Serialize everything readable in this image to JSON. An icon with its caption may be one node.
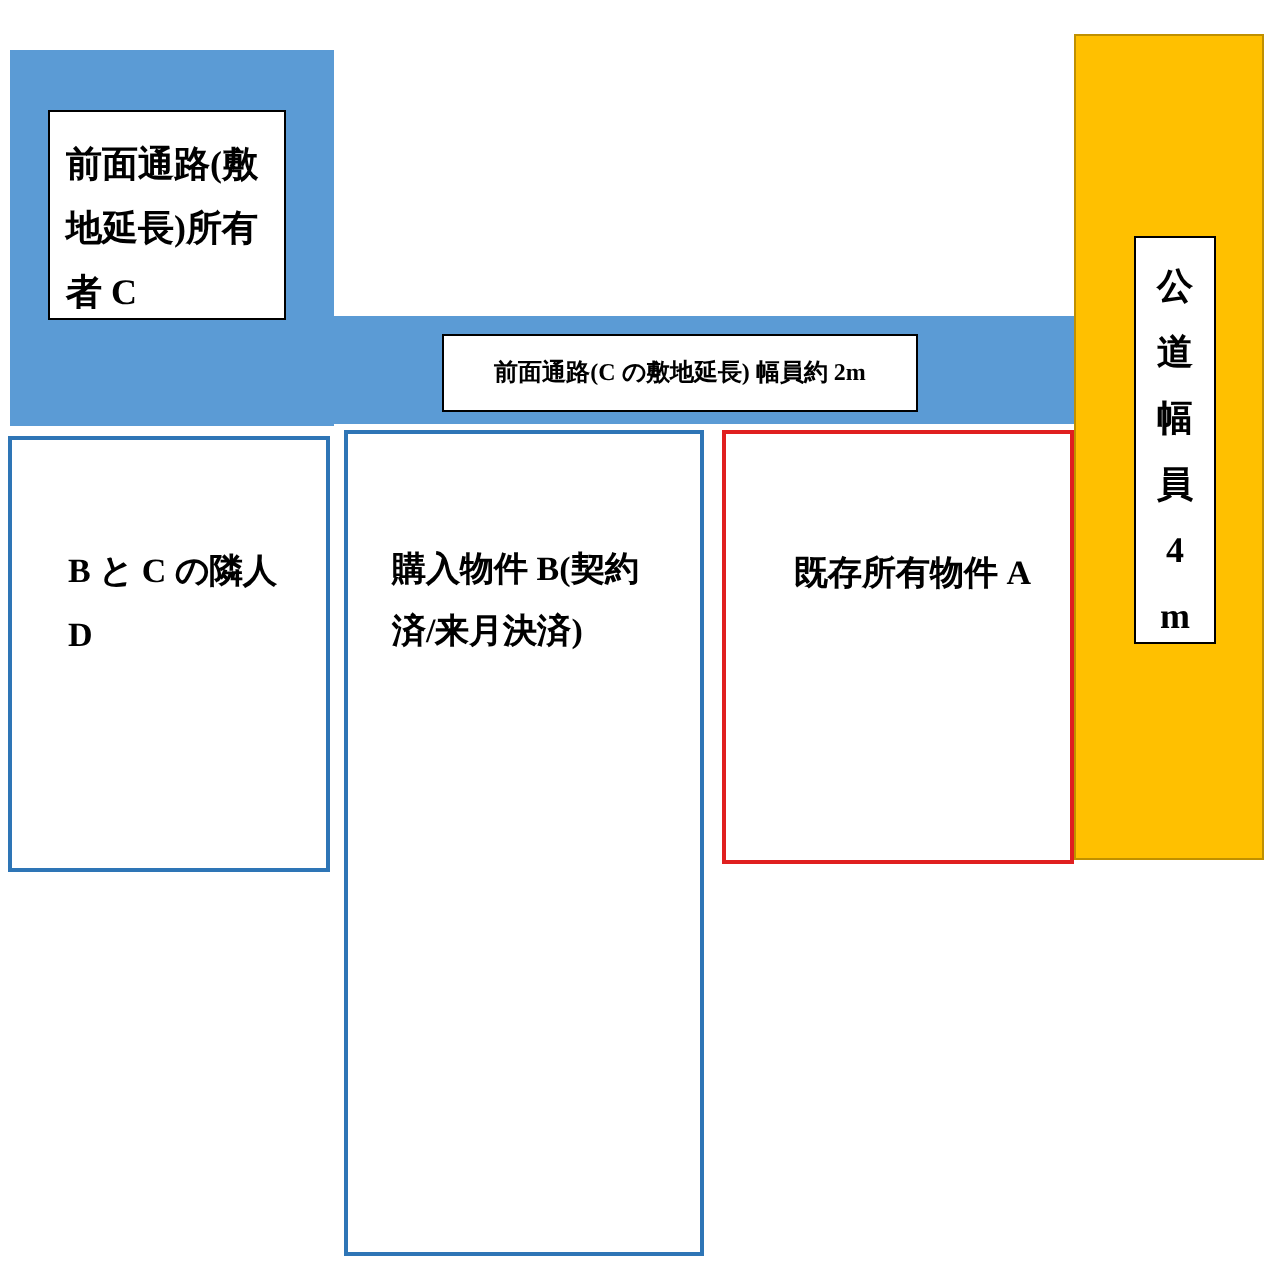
{
  "diagram": {
    "nodes": [
      {
        "text": [
          "前面通路(敷地延長)所有者 C"
        ]
      },
      {
        "text": [
          "前面通路(C の敷地延長) 幅員約 2m"
        ]
      },
      {
        "text": [
          "公道幅員4m"
        ]
      },
      {
        "text": [
          "B と C の隣人 D"
        ]
      },
      {
        "text": [
          "購入物件 B(契約済/来月決済)"
        ]
      },
      {
        "text": [
          "既存所有物件 A"
        ]
      }
    ],
    "edges": []
  }
}
